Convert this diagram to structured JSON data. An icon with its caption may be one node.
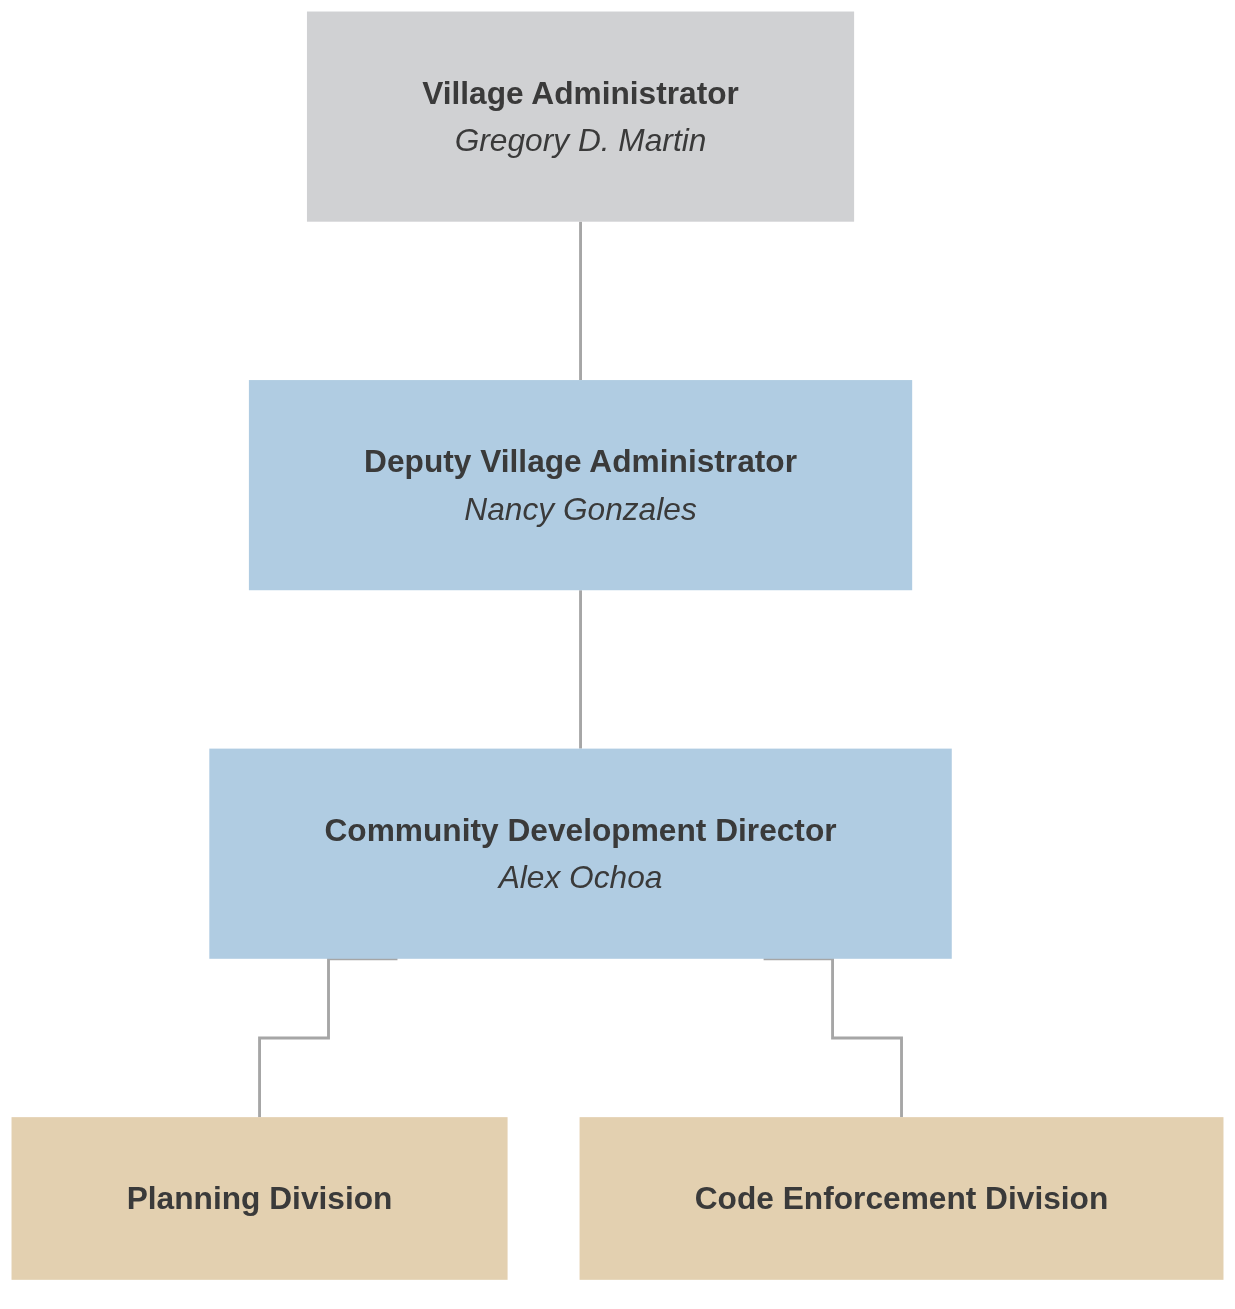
{
  "diagram": {
    "nodes": [
      {
        "text": [
          "Village Administrator",
          "Gregory D. Martin"
        ]
      },
      {
        "text": [
          "Deputy Village Administrator",
          "Nancy Gonzales"
        ]
      },
      {
        "text": [
          "Community Development Director",
          "Alex Ochoa"
        ]
      },
      {
        "text": [
          "Planning Division"
        ]
      },
      {
        "text": [
          "Code Enforcement Division"
        ]
      }
    ],
    "edges": [
      {
        "from": 0,
        "to": 1,
        "arrow": "none"
      },
      {
        "from": 1,
        "to": 2,
        "arrow": "none"
      },
      {
        "from": 2,
        "to": 3,
        "arrow": "none"
      },
      {
        "from": 2,
        "to": 4,
        "arrow": "none"
      }
    ]
  }
}
